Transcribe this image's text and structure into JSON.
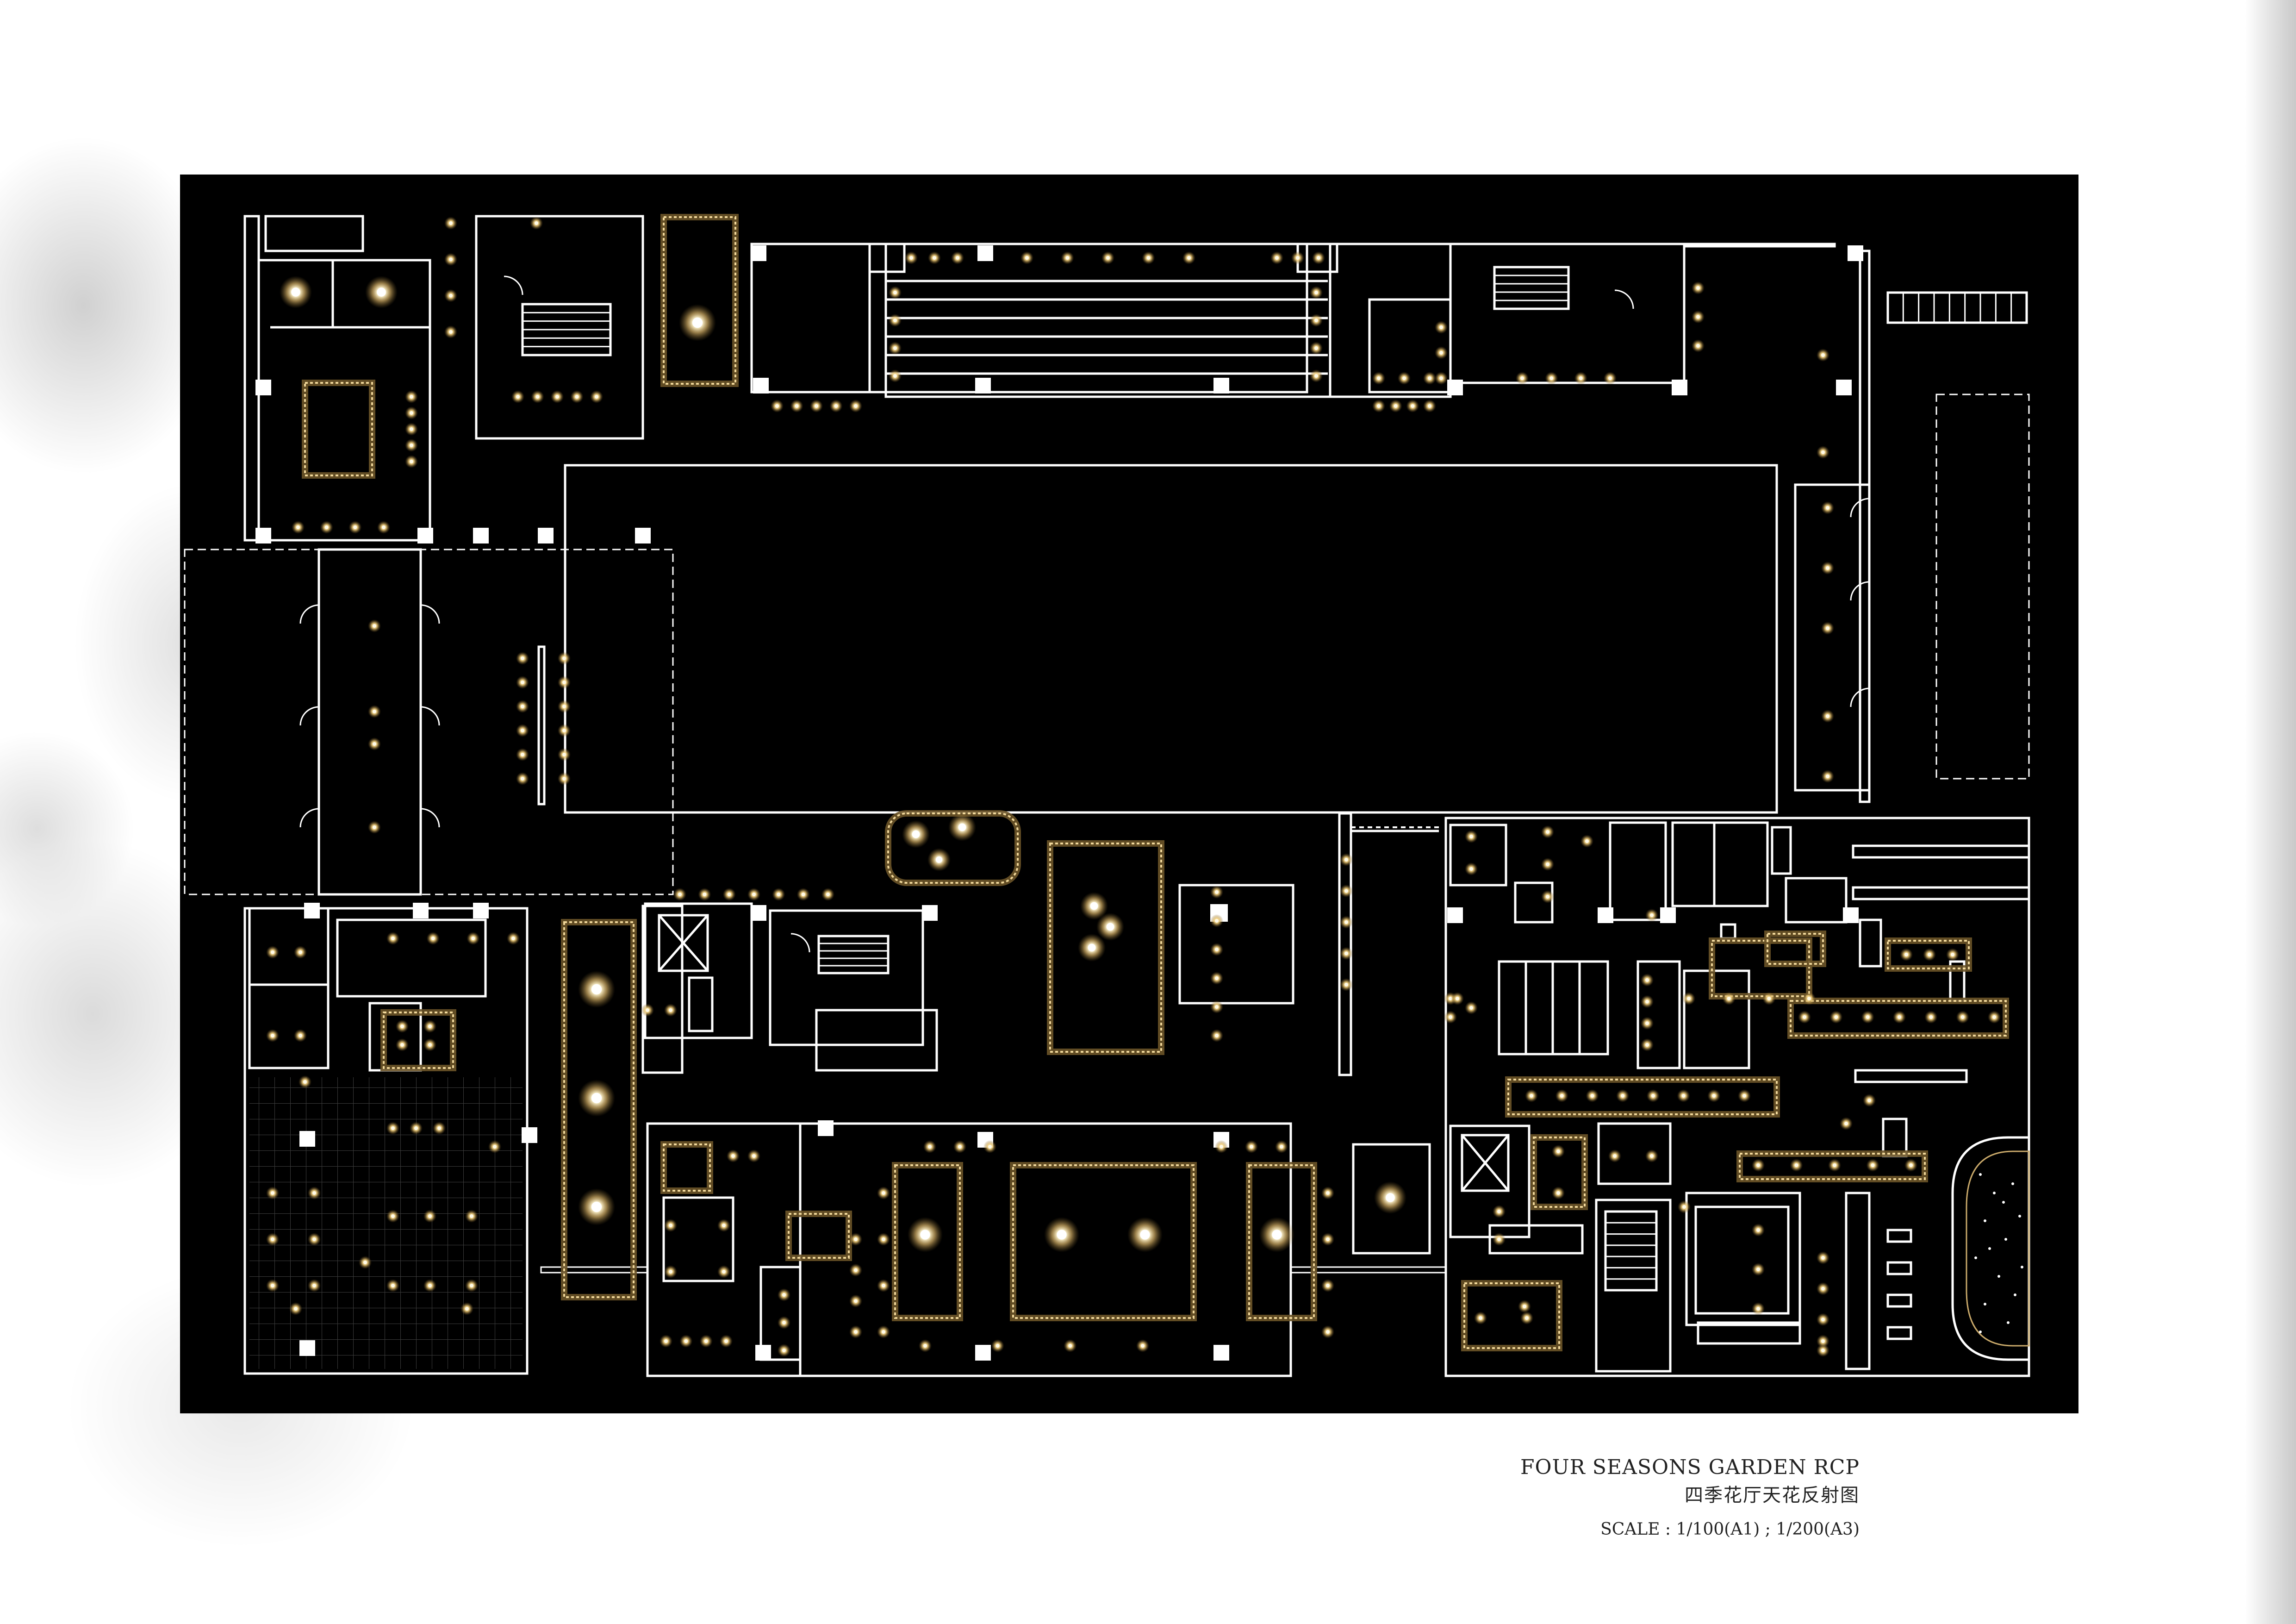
{
  "title": {
    "english": "FOUR SEASONS GARDEN RCP",
    "chinese": "四季花厅天花反射图",
    "scale": "SCALE : 1/100(A1) ; 1/200(A3)"
  },
  "colors": {
    "sheet_background": "#ffffff",
    "plan_background": "#000000",
    "wall_line": "#ffffff",
    "fixture_glow": "#f7d98a",
    "cove_light": "#c9a96a"
  },
  "legend": {
    "icons": [
      "downlight-icon",
      "chandelier-icon",
      "cove-lighting-frame",
      "stair-icon",
      "door-swing-icon",
      "elevator-icon"
    ]
  }
}
